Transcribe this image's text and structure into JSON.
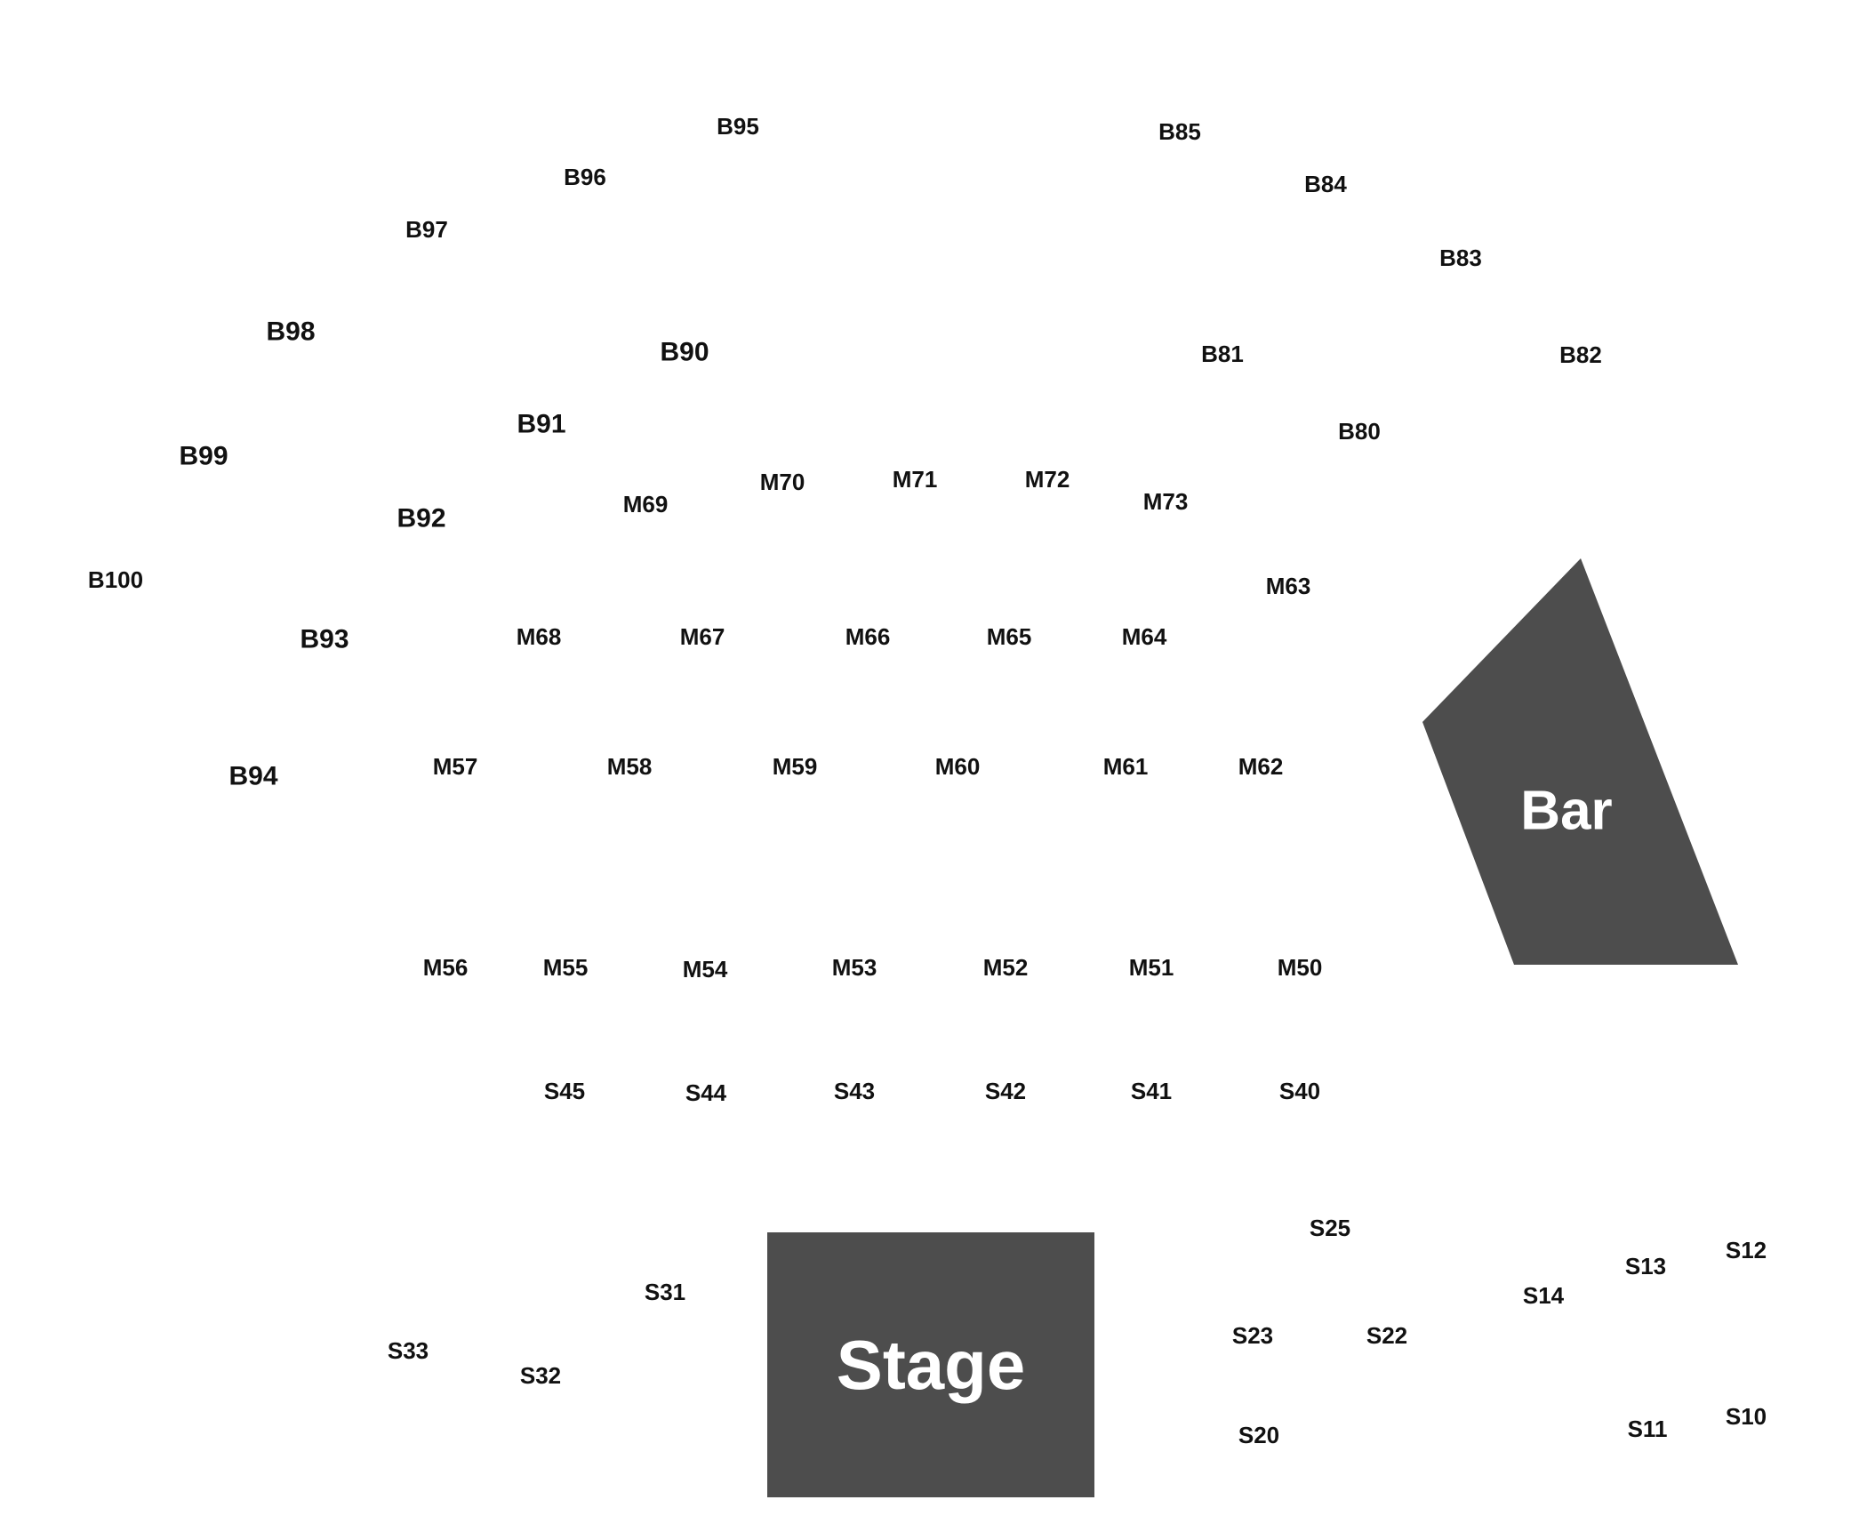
{
  "venue_map": {
    "features": {
      "stage": {
        "label": "Stage",
        "fill": "#4d4d4d"
      },
      "bar": {
        "label": "Bar",
        "fill": "#4d4d4d"
      }
    },
    "sections": {
      "B95": "B95",
      "B85": "B85",
      "B96": "B96",
      "B84": "B84",
      "B97": "B97",
      "B83": "B83",
      "B98": "B98",
      "B90": "B90",
      "B81": "B81",
      "B82": "B82",
      "B91": "B91",
      "B80": "B80",
      "B99": "B99",
      "B92": "B92",
      "B100": "B100",
      "B93": "B93",
      "B94": "B94",
      "M69": "M69",
      "M70": "M70",
      "M71": "M71",
      "M72": "M72",
      "M73": "M73",
      "M63": "M63",
      "M68": "M68",
      "M67": "M67",
      "M66": "M66",
      "M65": "M65",
      "M64": "M64",
      "M57": "M57",
      "M58": "M58",
      "M59": "M59",
      "M60": "M60",
      "M61": "M61",
      "M62": "M62",
      "M56": "M56",
      "M55": "M55",
      "M54": "M54",
      "M53": "M53",
      "M52": "M52",
      "M51": "M51",
      "M50": "M50",
      "S45": "S45",
      "S44": "S44",
      "S43": "S43",
      "S42": "S42",
      "S41": "S41",
      "S40": "S40",
      "S25": "S25",
      "S12": "S12",
      "S13": "S13",
      "S14": "S14",
      "S31": "S31",
      "S33": "S33",
      "S32": "S32",
      "S23": "S23",
      "S22": "S22",
      "S20": "S20",
      "S11": "S11",
      "S10": "S10"
    }
  }
}
